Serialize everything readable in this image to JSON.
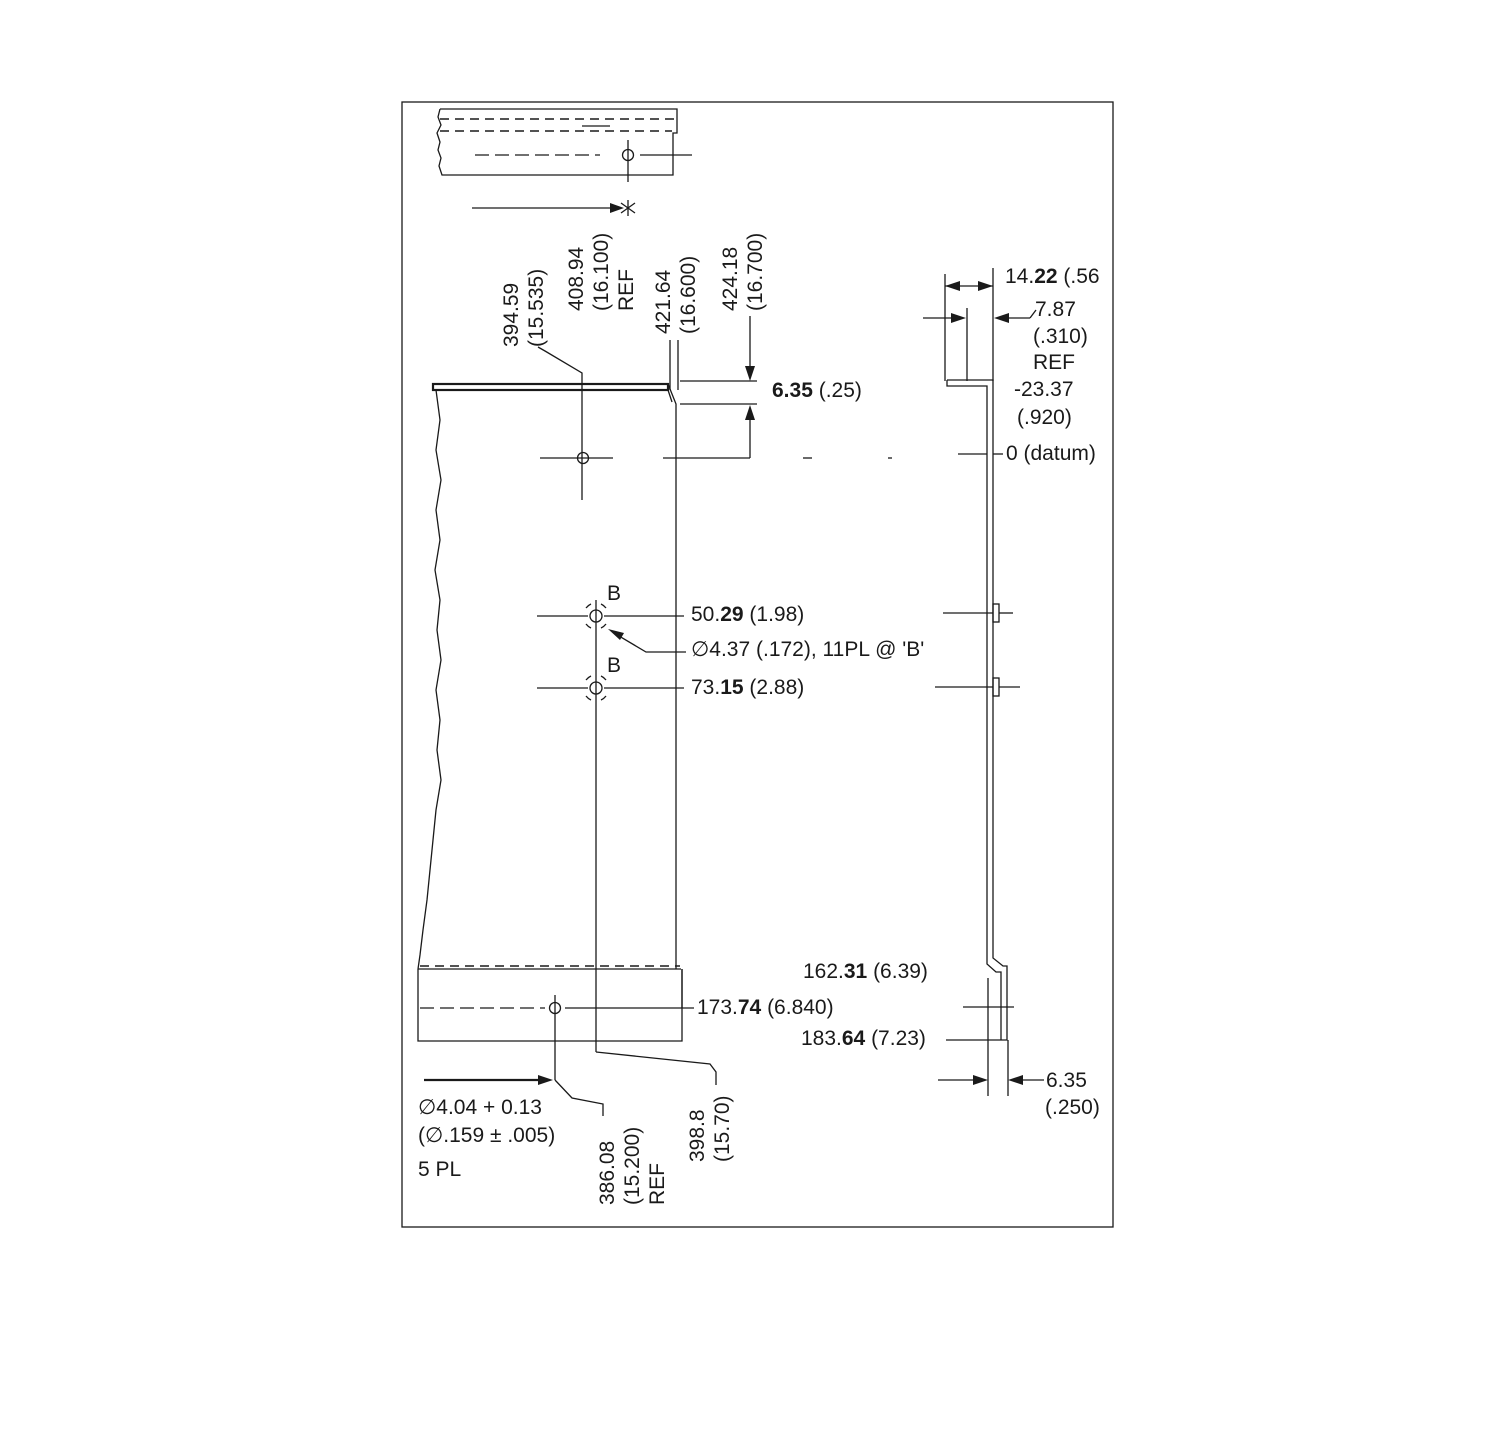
{
  "top_view": {
    "dim_394": "394.59",
    "dim_394_in": "(15.535)",
    "dim_408": "408.94",
    "dim_408_in": "(16.100)",
    "dim_408_ref": "REF",
    "dim_421": "421.64",
    "dim_421_in": "(16.600)",
    "dim_424": "424.18",
    "dim_424_in": "(16.700)"
  },
  "front_view": {
    "dim_635_int": "6.35",
    "dim_635_in": " (.25)",
    "label_b1": "B",
    "label_b2": "B",
    "dim_50_a": "50.",
    "dim_50_b": "29",
    "dim_50_in": " (1.98)",
    "hole_b": "∅4.37 (.172), 11PL @ 'B'",
    "dim_73_a": "73.",
    "dim_73_b": "15",
    "dim_73_in": " (2.88)",
    "dim_173_a": "173.",
    "dim_173_b": "74",
    "dim_173_in": " (6.840)",
    "hole_5pl_1": "∅4.04 + 0.13",
    "hole_5pl_2": "(∅.159  ±  .005)",
    "hole_5pl_3": "5 PL",
    "dim_386": "386.08",
    "dim_386_in": "(15.200)",
    "dim_386_ref": "REF",
    "dim_398": "398.8",
    "dim_398_in": "(15.70)"
  },
  "side_view": {
    "dim_1422_a": "14.",
    "dim_1422_b": "22",
    "dim_1422_in": " (.56",
    "dim_787": "7.87",
    "dim_787_in": "(.310)",
    "dim_787_ref": "REF",
    "dim_2337": "-23.37",
    "dim_2337_in": "(.920)",
    "datum": "0 (datum)",
    "dim_162_a": "162.",
    "dim_162_b": "31",
    "dim_162_in": " (6.39)",
    "dim_183_a": "183.",
    "dim_183_b": "64",
    "dim_183_in": " (7.23)",
    "dim_635b": "6.35",
    "dim_635b_in": "(.250)"
  }
}
